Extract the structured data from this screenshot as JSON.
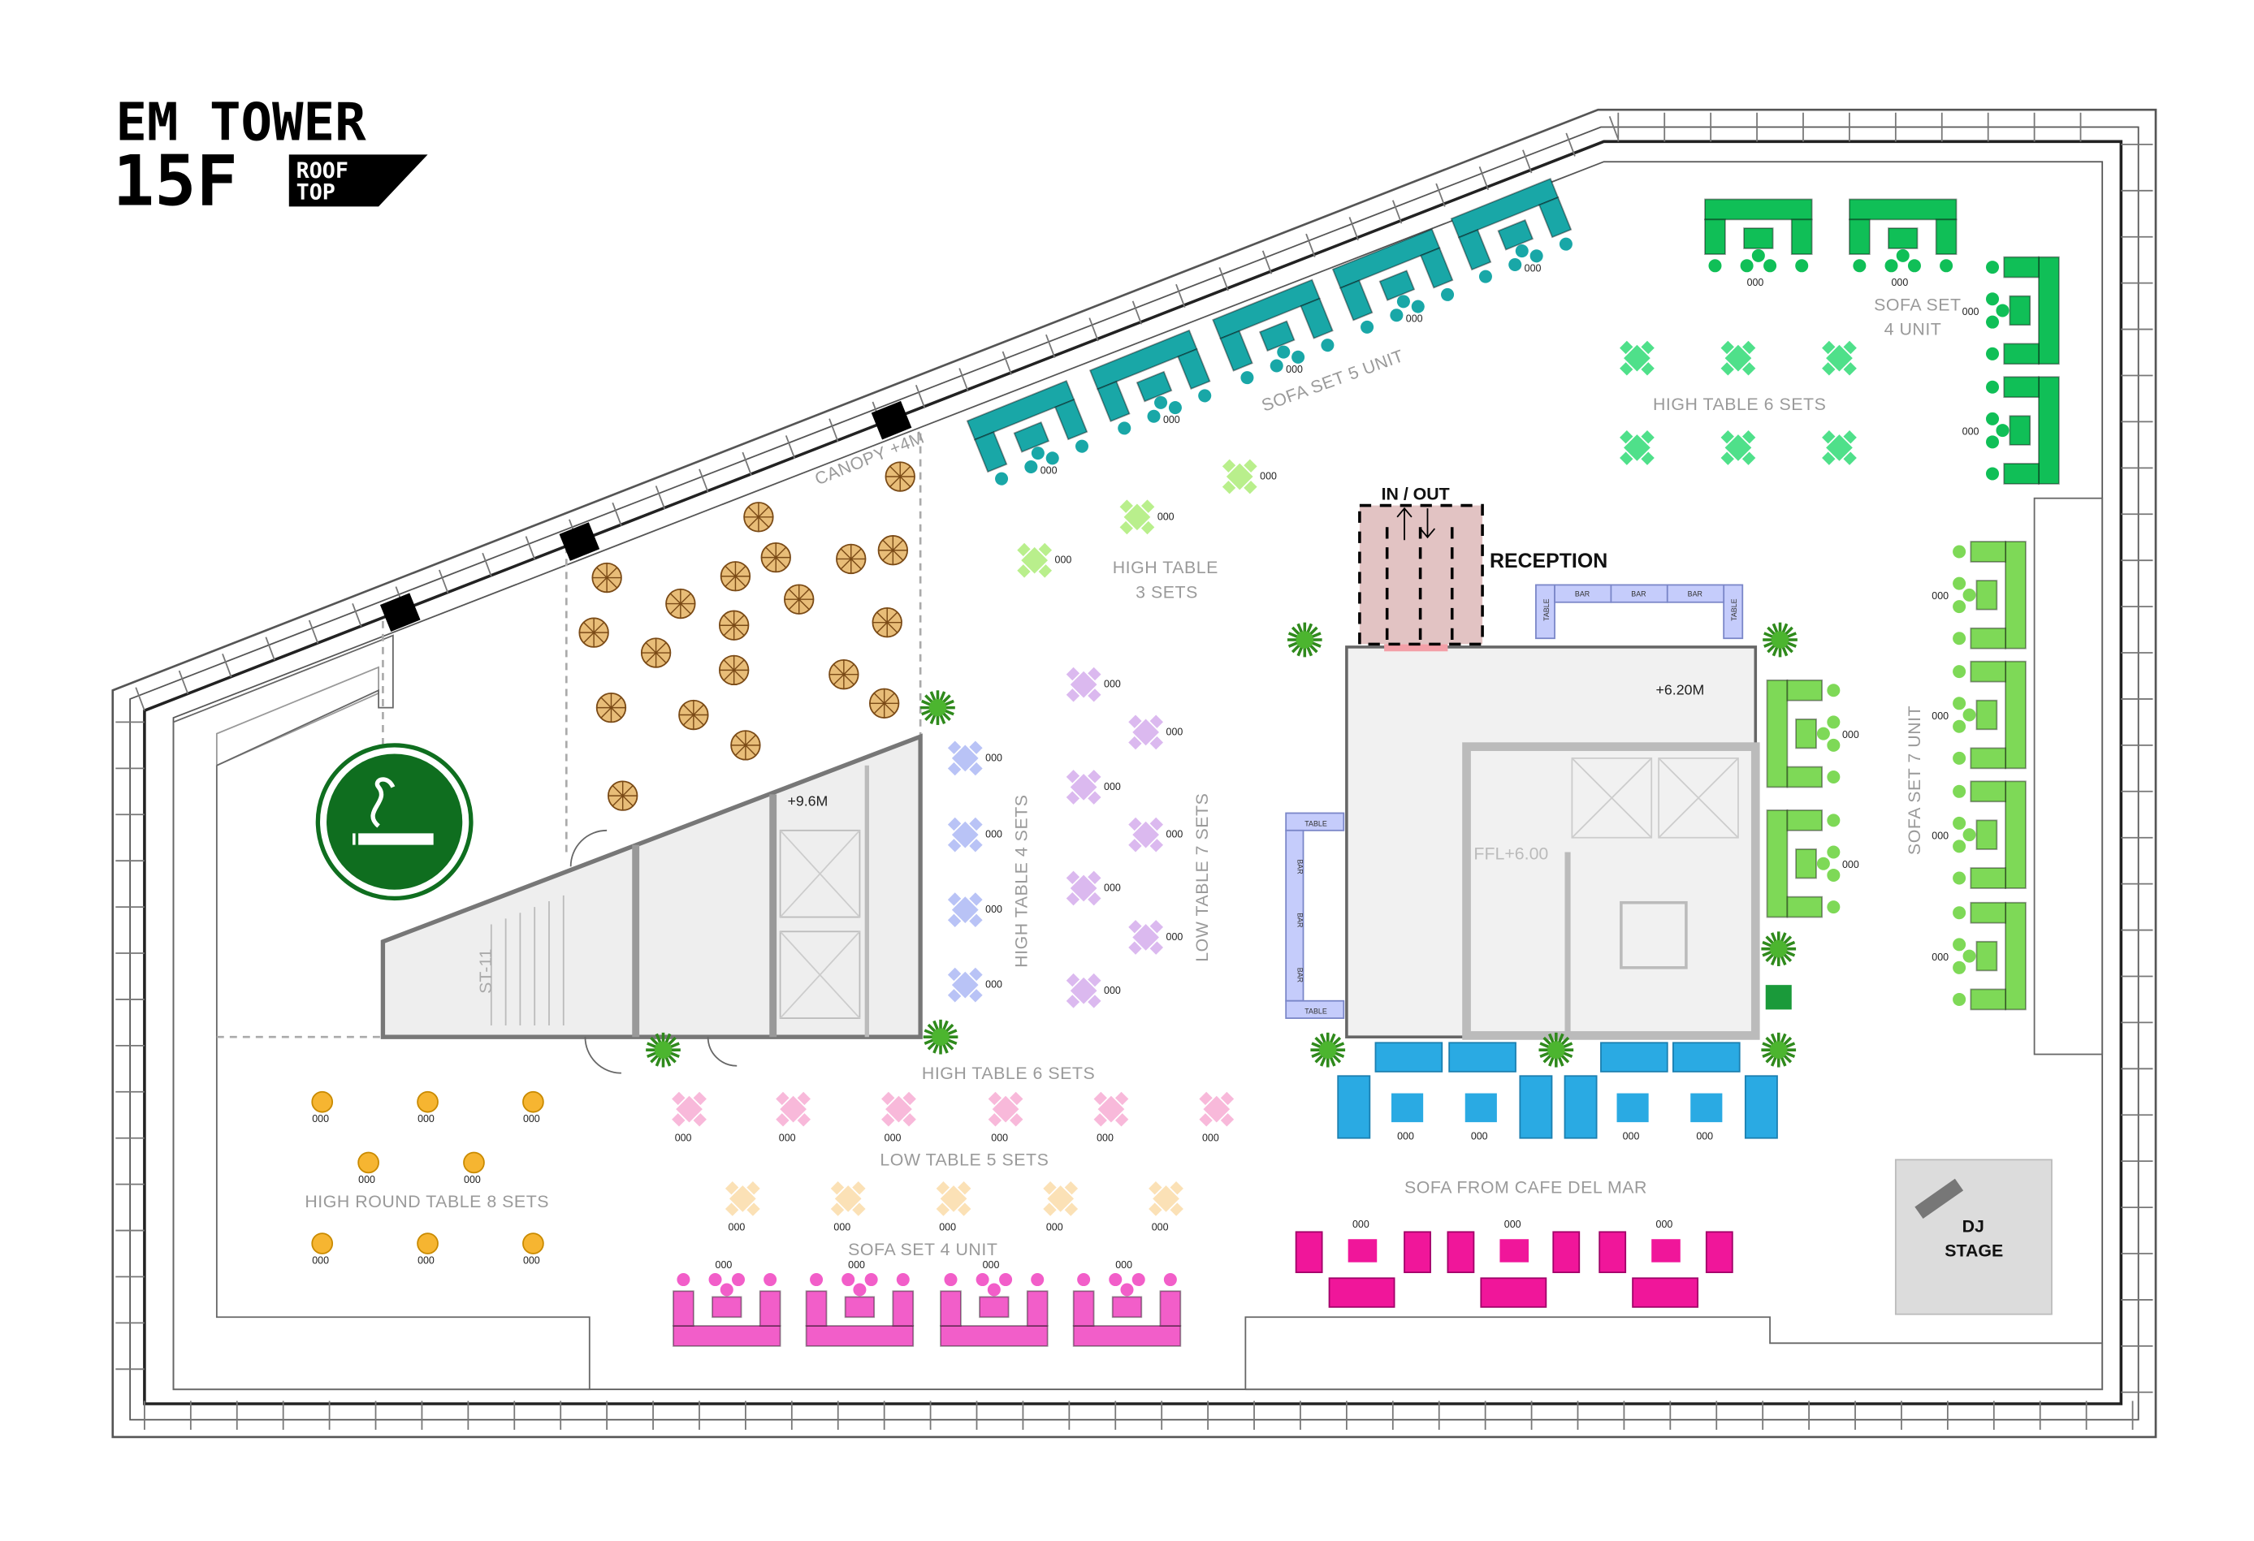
{
  "logo": {
    "line1": "EM TOWER",
    "floor": "15F",
    "tag1": "ROOF",
    "tag2": "TOP"
  },
  "annotations": {
    "canopy": "CANOPY +4M",
    "level_left": "+9.6M",
    "level_right": "+6.20M",
    "in_out": "IN / OUT",
    "reception": "RECEPTION",
    "stair": "ST-11",
    "ffl": "FFL+6.00",
    "bar_label": "BAR",
    "table_label": "TABLE"
  },
  "seat_label": "000",
  "zones": {
    "sofa_5": "SOFA SET 5 UNIT",
    "high_table_3_a": "HIGH TABLE",
    "high_table_3_b": "3 SETS",
    "sofa_4_top_a": "SOFA SET",
    "sofa_4_top_b": "4 UNIT",
    "high_table_6_top": "HIGH TABLE 6 SETS",
    "sofa_7": "SOFA SET 7 UNIT",
    "high_table_4": "HIGH TABLE 4 SETS",
    "low_table_7": "LOW TABLE 7 SETS",
    "high_table_6_mid": "HIGH TABLE 6 SETS",
    "low_table_5": "LOW TABLE 5 SETS",
    "high_round_8": "HIGH ROUND TABLE 8 SETS",
    "sofa_4_bottom": "SOFA SET 4 UNIT",
    "cafe_del_mar": "SOFA FROM CAFE DEL MAR",
    "dj_a": "DJ",
    "dj_b": "STAGE"
  },
  "colors": {
    "teal_sofa": "#19a7a7",
    "green_sofa": "#10bf57",
    "green_table": "#4fe08a",
    "lime_table": "#b9ef8c",
    "lavender_table": "#b9c3f6",
    "violet_table": "#dbb9ef",
    "pink_table": "#f8b9da",
    "peach_table": "#fbe1b6",
    "round_table": "#f6b531",
    "pink_sofa": "#f25ec9",
    "blue_sofa": "#2aaae3",
    "magenta_sofa": "#f0169a",
    "light_green_sofa": "#7ed957",
    "smoking": "#0f6e1f"
  }
}
